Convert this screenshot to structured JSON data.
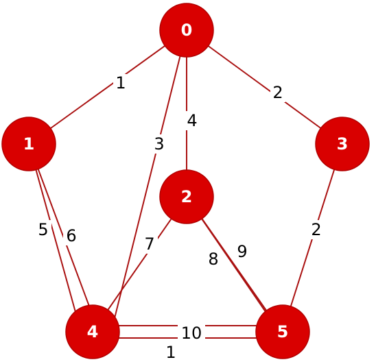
{
  "graph": {
    "nodes": [
      {
        "id": "0",
        "label": "0"
      },
      {
        "id": "1",
        "label": "1"
      },
      {
        "id": "2",
        "label": "2"
      },
      {
        "id": "3",
        "label": "3"
      },
      {
        "id": "4",
        "label": "4"
      },
      {
        "id": "5",
        "label": "5"
      }
    ],
    "edges": [
      {
        "from": "0",
        "to": "1",
        "weight": "1"
      },
      {
        "from": "0",
        "to": "3",
        "weight": "2"
      },
      {
        "from": "0",
        "to": "2",
        "weight": "4"
      },
      {
        "from": "0",
        "to": "4",
        "weight": "3"
      },
      {
        "from": "1",
        "to": "4",
        "weight": "5"
      },
      {
        "from": "1",
        "to": "4",
        "weight": "6"
      },
      {
        "from": "3",
        "to": "5",
        "weight": "2"
      },
      {
        "from": "2",
        "to": "4",
        "weight": "7"
      },
      {
        "from": "2",
        "to": "5",
        "weight": "8"
      },
      {
        "from": "2",
        "to": "5",
        "weight": "9"
      },
      {
        "from": "4",
        "to": "5",
        "weight": "10"
      },
      {
        "from": "4",
        "to": "5",
        "weight": "1"
      }
    ],
    "colors": {
      "node_fill": "#d90000",
      "edge": "#aa1111",
      "node_text": "#ffffff",
      "edge_text": "#000000"
    }
  }
}
